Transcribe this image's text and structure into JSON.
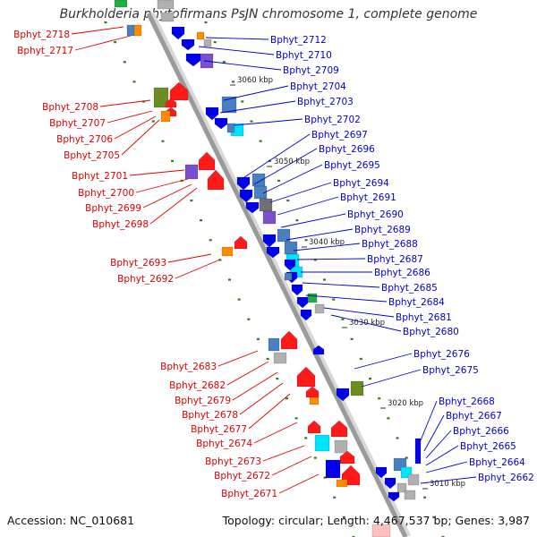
{
  "title": "Burkholderia phytofirmans PsJN chromosome 1, complete genome",
  "footer": {
    "accession": "Accession: NC_010681",
    "stats": "Topology: circular; Length: 4,467,537 bp; Genes: 3,987"
  },
  "colors": {
    "left_label": "#dd0000",
    "right_label": "#0000cc",
    "axis": "#9a9a9a",
    "tick": "#2e7d1a",
    "gene_palette": [
      "#0000ee",
      "#ff1a1a",
      "#4a7fc0",
      "#7b4fd0",
      "#6b8e23",
      "#ff8c00",
      "#00e5ff",
      "#707070",
      "#b0b0b0",
      "#20b040"
    ]
  },
  "kbp_markers": [
    "3060 kbp",
    "3050 kbp",
    "3040 kbp",
    "3030 kbp",
    "3020 kbp",
    "3010 kbp"
  ],
  "left_labels": [
    "Bphyt_2718",
    "Bphyt_2717",
    "Bphyt_2708",
    "Bphyt_2707",
    "Bphyt_2706",
    "Bphyt_2705",
    "Bphyt_2701",
    "Bphyt_2700",
    "Bphyt_2699",
    "Bphyt_2698",
    "Bphyt_2693",
    "Bphyt_2692",
    "Bphyt_2683",
    "Bphyt_2682",
    "Bphyt_2679",
    "Bphyt_2678",
    "Bphyt_2677",
    "Bphyt_2674",
    "Bphyt_2673",
    "Bphyt_2672",
    "Bphyt_2671"
  ],
  "right_labels": [
    "Bphyt_2712",
    "Bphyt_2710",
    "Bphyt_2709",
    "Bphyt_2704",
    "Bphyt_2703",
    "Bphyt_2702",
    "Bphyt_2697",
    "Bphyt_2696",
    "Bphyt_2695",
    "Bphyt_2694",
    "Bphyt_2691",
    "Bphyt_2690",
    "Bphyt_2689",
    "Bphyt_2688",
    "Bphyt_2687",
    "Bphyt_2686",
    "Bphyt_2685",
    "Bphyt_2684",
    "Bphyt_2681",
    "Bphyt_2680",
    "Bphyt_2676",
    "Bphyt_2675",
    "Bphyt_2668",
    "Bphyt_2667",
    "Bphyt_2666",
    "Bphyt_2665",
    "Bphyt_2664",
    "Bphyt_2662"
  ]
}
